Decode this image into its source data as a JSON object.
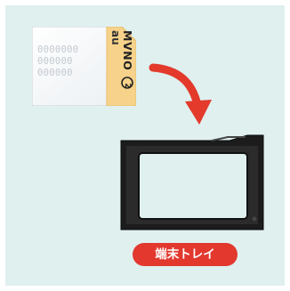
{
  "sim_card": {
    "digit_rows": [
      "0000000",
      "000000",
      "000000"
    ],
    "brand": "au",
    "brand_sub": "MVNO",
    "mvno_badge": "2"
  },
  "tray_label": "端末トレイ",
  "colors": {
    "background": "#dff0ef",
    "arrow": "#e33a2c",
    "label": "#e2382e",
    "sim_stripe": "#f6d28a",
    "tray": "#1c1c1c"
  },
  "icons": {
    "arrow": "curved-arrow-icon",
    "badge": "circled-two-icon"
  }
}
